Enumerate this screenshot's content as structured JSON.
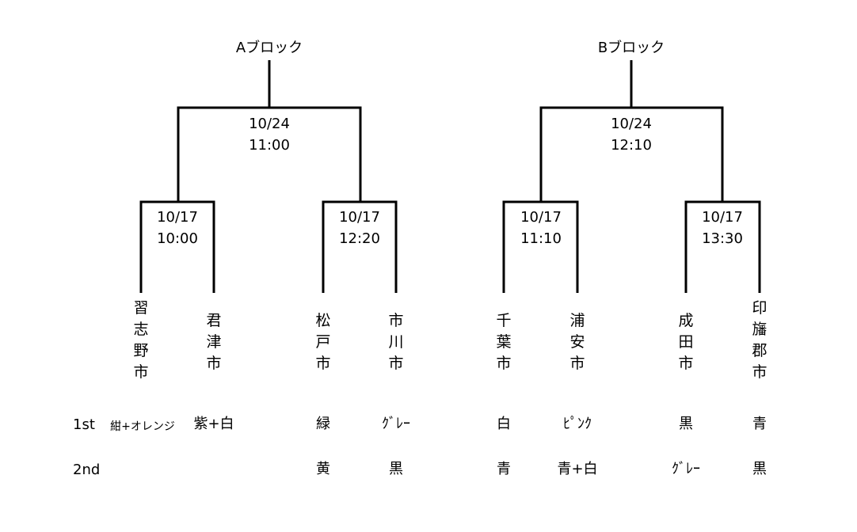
{
  "blocks": [
    {
      "title": "Aブロック",
      "final": {
        "date": "10/24",
        "time": "11:00"
      },
      "semis": [
        {
          "date": "10/17",
          "time": "10:00"
        },
        {
          "date": "10/17",
          "time": "12:20"
        }
      ],
      "teams": [
        "習志野市",
        "君津市",
        "松戸市",
        "市川市"
      ]
    },
    {
      "title": "Bブロック",
      "final": {
        "date": "10/24",
        "time": "12:10"
      },
      "semis": [
        {
          "date": "10/17",
          "time": "11:10"
        },
        {
          "date": "10/17",
          "time": "13:30"
        }
      ],
      "teams": [
        "千葉市",
        "浦安市",
        "成田市",
        "印旛郡市"
      ]
    }
  ],
  "uniforms": {
    "first_label": "1st",
    "second_label": "2nd",
    "first": [
      "紺+オレンジ",
      "紫+白",
      "緑",
      "ｸﾞﾚｰ",
      "白",
      "ﾋﾟﾝｸ",
      "黒",
      "青"
    ],
    "second": [
      "",
      "",
      "黄",
      "黒",
      "青",
      "青+白",
      "ｸﾞﾚｰ",
      "黒"
    ]
  }
}
